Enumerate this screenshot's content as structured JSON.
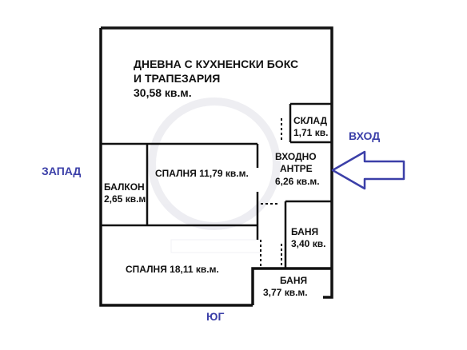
{
  "rooms": {
    "living": {
      "line1": "ДНЕВНА С КУХНЕНСКИ БОКС",
      "line2": "И ТРАПЕЗАРИЯ",
      "area": "30,58 кв.м."
    },
    "storage": {
      "name": "СКЛАД",
      "area": "1,71 кв."
    },
    "entrance": {
      "line1": "ВХОДНО",
      "line2": "АНТРЕ",
      "area": "6,26 кв.м."
    },
    "balcony": {
      "name": "БАЛКОН",
      "area": "2,65 кв.м."
    },
    "bedroom1": {
      "label": "СПАЛНЯ 11,79 кв.м."
    },
    "bathroom1": {
      "name": "БАНЯ",
      "area": "3,40 кв."
    },
    "bedroom2": {
      "label": "СПАЛНЯ 18,11 кв.м."
    },
    "bathroom2": {
      "name": "БАНЯ",
      "area": "3,77 кв.м."
    }
  },
  "compass": {
    "entrance": "ВХОД",
    "west": "ЗАПАД",
    "south": "ЮГ"
  },
  "colors": {
    "walls": "#111111",
    "compass_text": "#3b3fa8",
    "arrow_stroke": "#3b3fa8",
    "arrow_fill": "#ffffff"
  },
  "icons": {
    "entrance_arrow": "arrow-left-icon"
  }
}
